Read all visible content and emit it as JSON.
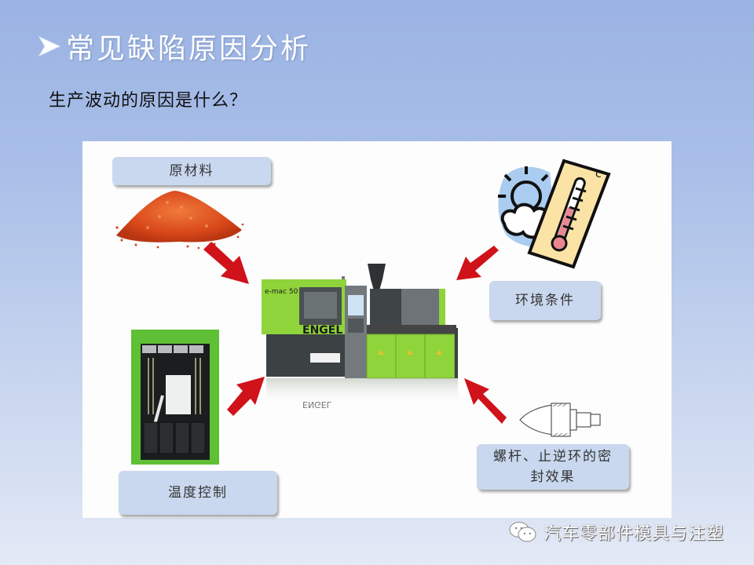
{
  "slide": {
    "title": "常见缺陷原因分析",
    "title_bullet_icon": "arrowhead-bullet",
    "question": "生产波动的原因是什么？"
  },
  "diagram": {
    "center_image": {
      "description": "ENGEL e-mac 50 injection molding machine",
      "brand_text": "ENGEL",
      "model_text": "e-mac 50",
      "accent_color": "#8cc63f"
    },
    "factors": [
      {
        "id": "raw-material",
        "label": "原材料",
        "image": "orange plastic granules pile"
      },
      {
        "id": "environment",
        "label": "环境条件",
        "image": "thermometer with sun and cloud"
      },
      {
        "id": "temperature-control",
        "label": "温度控制",
        "image": "temperature control unit"
      },
      {
        "id": "screw-seal",
        "label_line1": "螺杆、止逆环的密",
        "label_line2": "封效果",
        "image": "screw tip with check ring drawing"
      }
    ],
    "arrow_color": "#d0121b"
  },
  "footer": {
    "icon": "wechat-icon",
    "text": "汽车零部件模具与注塑"
  }
}
